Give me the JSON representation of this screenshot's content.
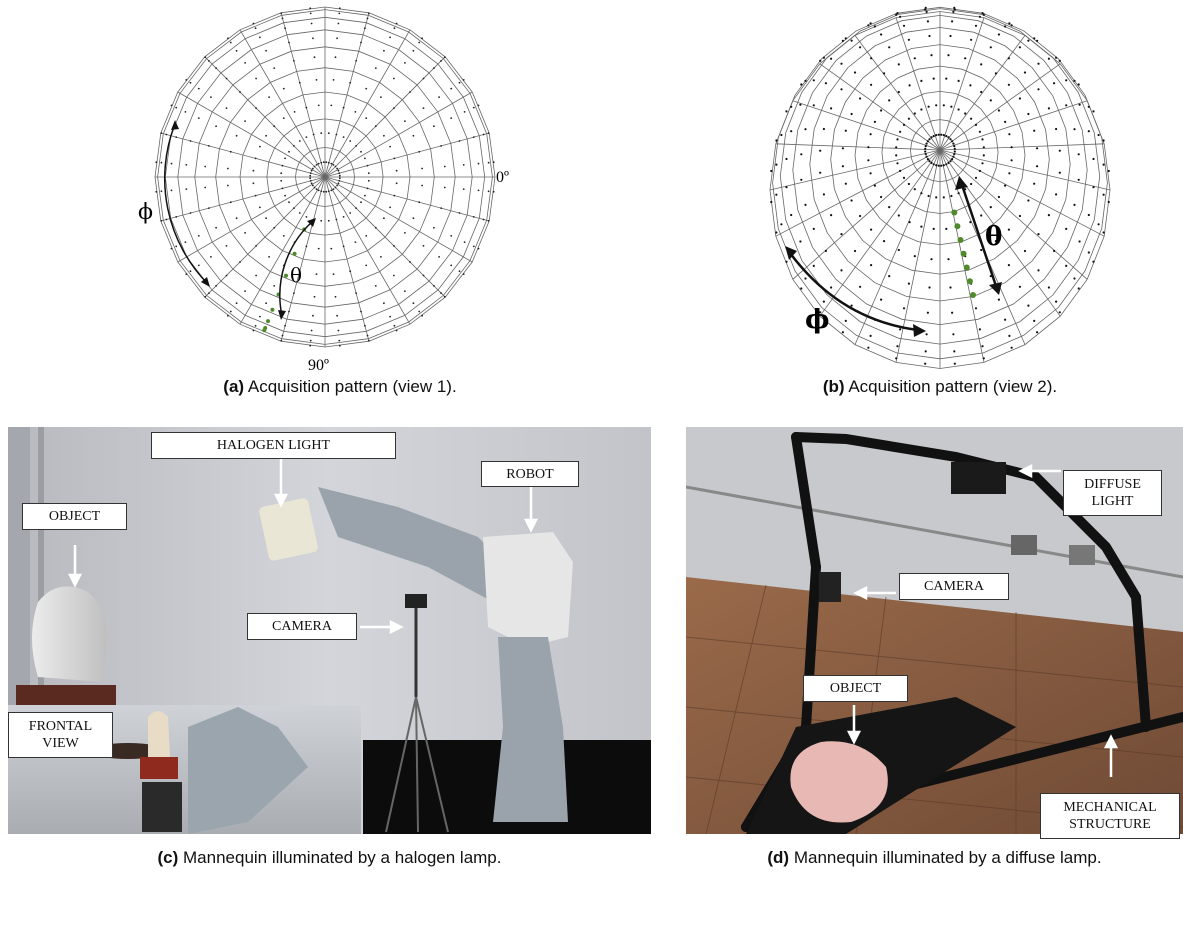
{
  "panel_a": {
    "angle_zero": "0º",
    "angle_ninety": "90º",
    "phi": "ϕ",
    "theta": "θ",
    "caption_letter": "(a)",
    "caption_text": " Acquisition pattern (view 1)."
  },
  "panel_b": {
    "phi": "ϕ",
    "theta": "θ",
    "caption_letter": "(b)",
    "caption_text": " Acquisition pattern (view 2)."
  },
  "panel_c": {
    "labels": {
      "halogen": "HALOGEN LIGHT",
      "robot": "ROBOT",
      "object": "OBJECT",
      "camera": "CAMERA",
      "frontal_line1": "FRONTAL",
      "frontal_line2": "VIEW"
    },
    "caption_letter": "(c)",
    "caption_text": " Mannequin illuminated by a halogen lamp."
  },
  "panel_d": {
    "labels": {
      "diffuse_line1": "DIFFUSE",
      "diffuse_line2": "LIGHT",
      "camera": "CAMERA",
      "object": "OBJECT",
      "mech_line1": "MECHANICAL",
      "mech_line2": "STRUCTURE"
    },
    "caption_letter": "(d)",
    "caption_text": " Mannequin illuminated by a diffuse lamp."
  },
  "colors": {
    "grid": "#666666",
    "green": "#4f8a2b",
    "photo_wall": "#c9cbd0",
    "photo_floor": "#8a5a3c"
  }
}
